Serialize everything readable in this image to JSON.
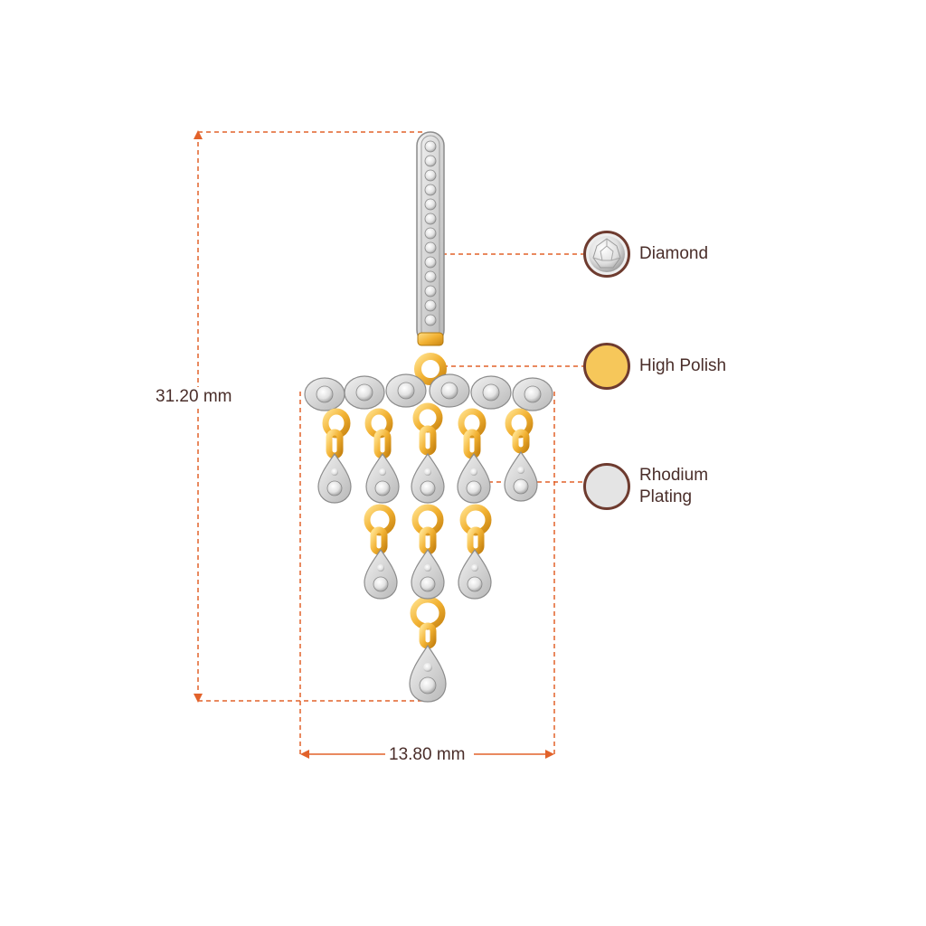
{
  "dimensions": {
    "height_label": "31.20 mm",
    "width_label": "13.80 mm"
  },
  "legend": [
    {
      "label": "Diamond",
      "swatch_color": "#e6e6e6",
      "icon": "diamond-icon"
    },
    {
      "label": "High Polish",
      "swatch_color": "#f6c75a",
      "icon": "high-polish-swatch-icon"
    },
    {
      "label": "Rhodium\nPlating",
      "swatch_color": "#e4e4e4",
      "icon": "rhodium-plating-swatch-icon"
    }
  ],
  "colors": {
    "dimension_line": "#e2622a",
    "text": "#4a2e2a",
    "swatch_border": "#6e3b2f",
    "gold": "#f2b233",
    "silver": "#d4d4d4"
  }
}
